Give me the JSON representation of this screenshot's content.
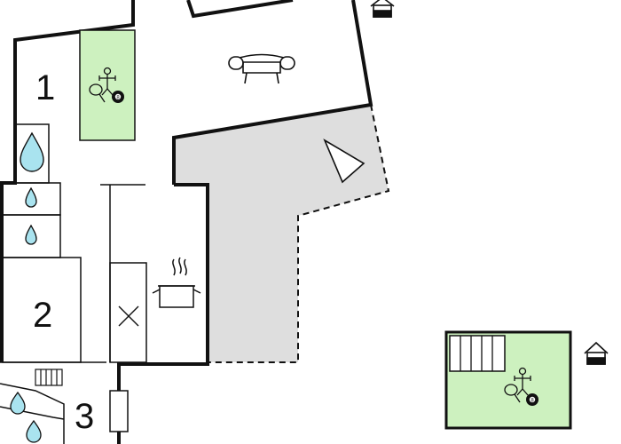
{
  "floorplan": {
    "rooms": [
      {
        "label": "1"
      },
      {
        "label": "2"
      },
      {
        "label": "3"
      }
    ],
    "icons": {
      "sofa": "sofa-icon",
      "table_tennis": "table-tennis-icon",
      "foosball": "foosball-icon",
      "billiard_ball": "billiard-ball-icon",
      "billiard_number": "8",
      "water_drop": "water-drop-icon",
      "stove": "stove-icon",
      "cooking_pot": "cooking-pot-icon",
      "radiator": "radiator-icon",
      "staircase": "staircase-icon",
      "house_marker": "house-marker-icon",
      "view_direction": "view-direction-icon"
    },
    "colors": {
      "wall": "#111111",
      "activity_room": "#cdf1bf",
      "terrace": "#dedede",
      "water": "#a9e3ef"
    }
  }
}
